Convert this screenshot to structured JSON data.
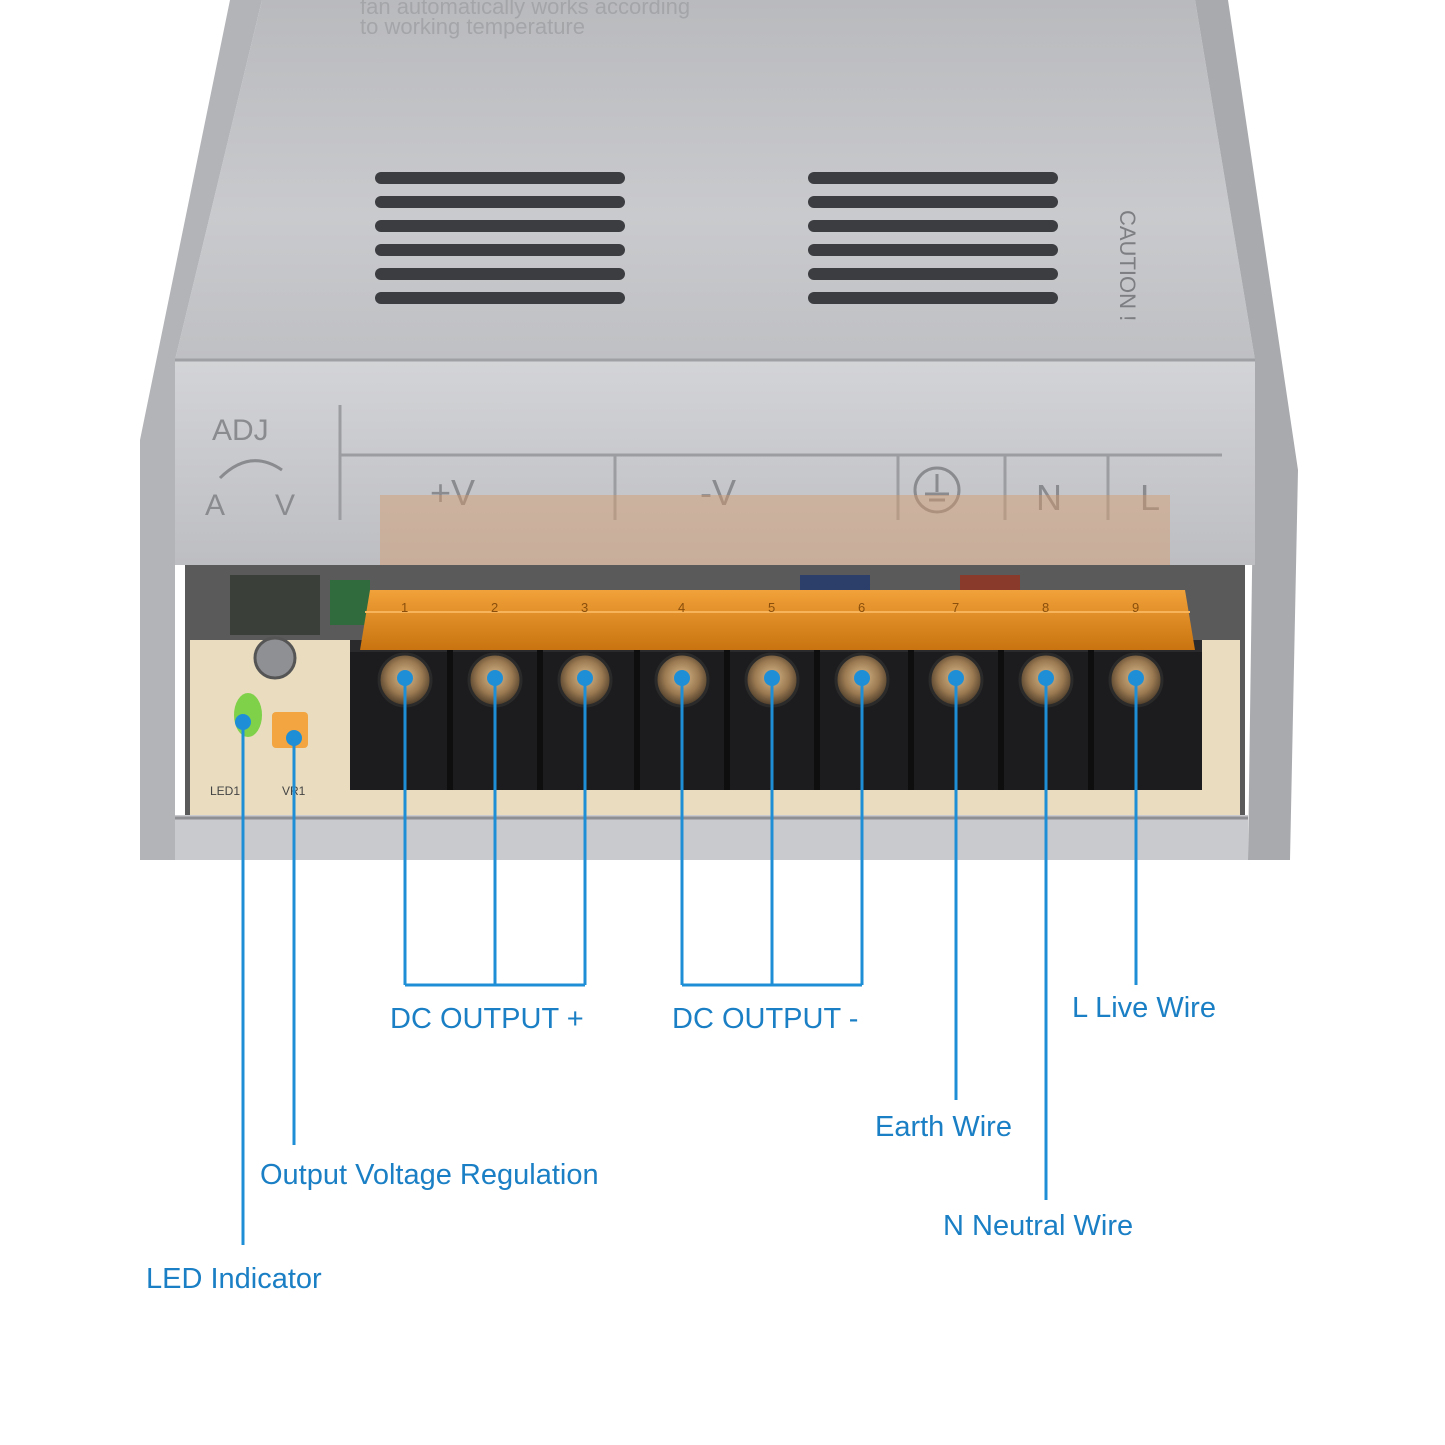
{
  "colors": {
    "callout": "#1e8fd6",
    "label_text": "#1a7fc4",
    "case": "#c8c9cc",
    "terminal": "#1c1c1e",
    "cover": "#e08a1c",
    "pcb": "#e9dcbf"
  },
  "case_text": {
    "adj": "ADJ",
    "a": "A",
    "v": "V",
    "plus_v": "+V",
    "minus_v": "-V",
    "n": "N",
    "l": "L",
    "caution": "CAUTION !",
    "top_line_1": "fan automatically works according",
    "top_line_2": "to working temperature",
    "led_ref": "LED1",
    "vr_ref": "VR1"
  },
  "terminal_numbers": [
    "1",
    "2",
    "3",
    "4",
    "5",
    "6",
    "7",
    "8",
    "9"
  ],
  "labels": {
    "dc_output_plus": "DC OUTPUT +",
    "dc_output_minus": "DC OUTPUT -",
    "live_wire": "L Live Wire",
    "earth_wire": "Earth Wire",
    "output_voltage_regulation": "Output Voltage Regulation",
    "neutral_wire": "N Neutral Wire",
    "led_indicator": "LED Indicator"
  },
  "icons": {
    "ground": "earth-ground-icon",
    "adjust": "adjust-arrow-icon"
  }
}
